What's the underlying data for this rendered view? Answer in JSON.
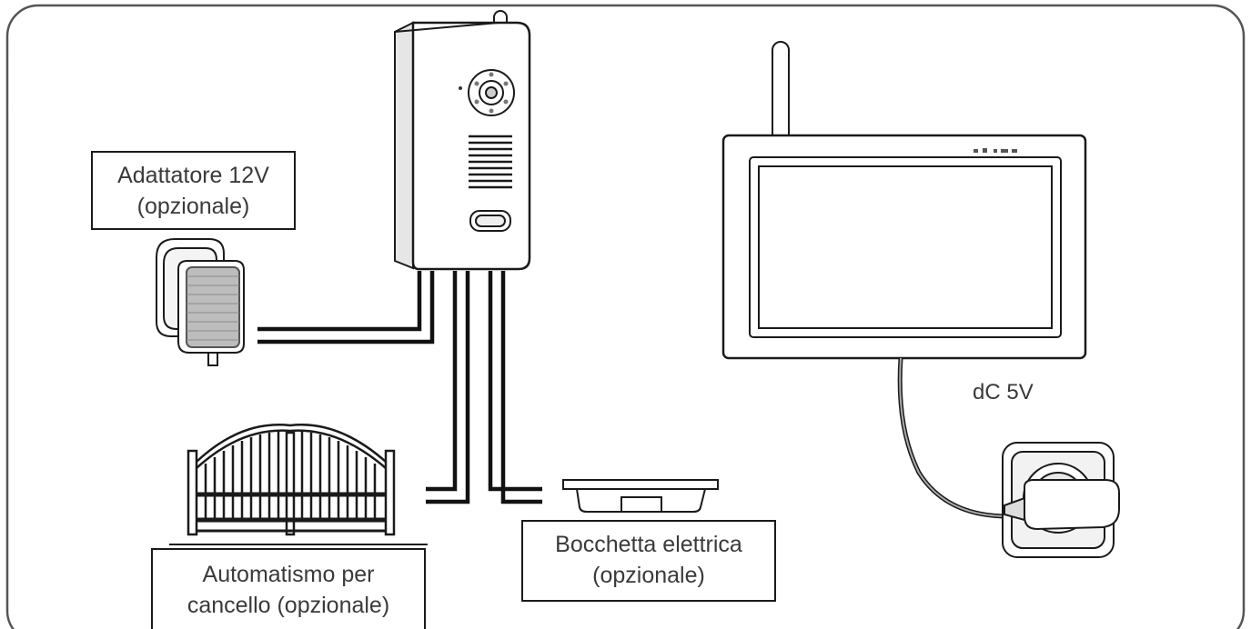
{
  "labels": {
    "adapter_line1": "Adattatore 12V",
    "adapter_line2": "(opzionale)",
    "gate_line1": "Automatismo per",
    "gate_line2": "cancello (opzionale)",
    "lock_line1": "Bocchetta elettrica",
    "lock_line2": "(opzionale)",
    "dc_power": "dC 5V"
  },
  "icons": [
    "outdoor-intercom-unit-icon",
    "wall-adapter-icon",
    "gate-icon",
    "electric-lock-icon",
    "monitor-icon",
    "usb-adapter-icon"
  ],
  "colors": {
    "stroke": "#1a1a1a",
    "text": "#3a3a3a",
    "frame": "#555555"
  }
}
